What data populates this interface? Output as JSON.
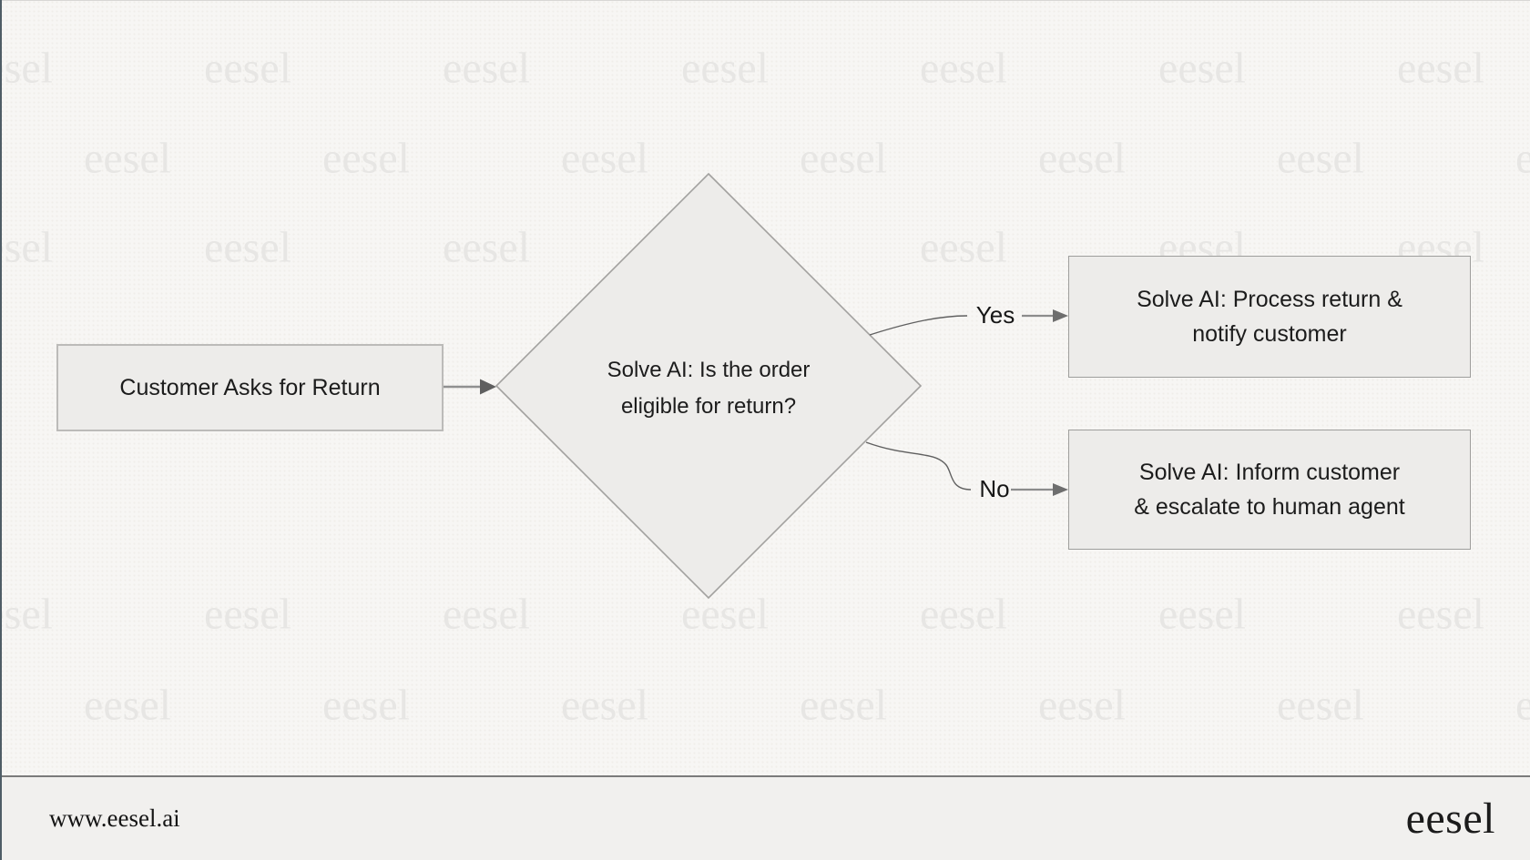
{
  "watermark": {
    "text": "eesel"
  },
  "flowchart": {
    "start": {
      "lines": [
        "Customer Asks for Return"
      ]
    },
    "decision": {
      "lines": [
        "Solve AI: Is the order",
        "eligible for return?"
      ]
    },
    "yes_branch": {
      "label": "Yes",
      "node_lines": [
        "Solve AI: Process return &",
        "notify customer"
      ]
    },
    "no_branch": {
      "label": "No",
      "node_lines": [
        "Solve AI: Inform customer",
        "& escalate to human agent"
      ]
    }
  },
  "footer": {
    "website": "www.eesel.ai",
    "logo_text": "eesel"
  },
  "colors": {
    "page_background": "#f7f6f4",
    "node_fill": "#edecea",
    "node_border": "#9e9e9c",
    "connector_line": "#8f8f8f",
    "arrowhead": "#646464",
    "text": "#1c1c1c",
    "watermark": "#e7e6e4",
    "footer_background": "#f1f0ee",
    "footer_divider": "#7b7b7b"
  }
}
